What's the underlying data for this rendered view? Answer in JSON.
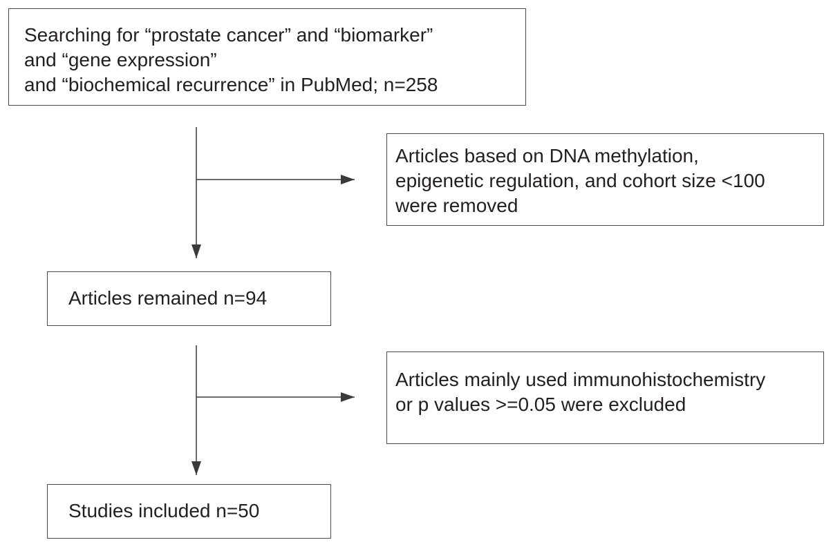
{
  "flowchart": {
    "search_box": {
      "lines": [
        "Searching for “prostate cancer” and “biomarker”",
        "and “gene expression”",
        "and “biochemical recurrence” in PubMed; n=258"
      ]
    },
    "exclusion_1": {
      "lines": [
        "Articles based on DNA methylation,",
        "epigenetic regulation, and cohort size <100",
        "were removed"
      ]
    },
    "remained_box": {
      "lines": [
        "Articles remained n=94"
      ]
    },
    "exclusion_2": {
      "lines": [
        "Articles mainly used immunohistochemistry",
        "or p values >=0.05 were excluded"
      ]
    },
    "included_box": {
      "lines": [
        "Studies included n=50"
      ]
    }
  },
  "colors": {
    "line": "#3a3a3a",
    "text": "#231f20",
    "border": "#4a4a4a"
  }
}
